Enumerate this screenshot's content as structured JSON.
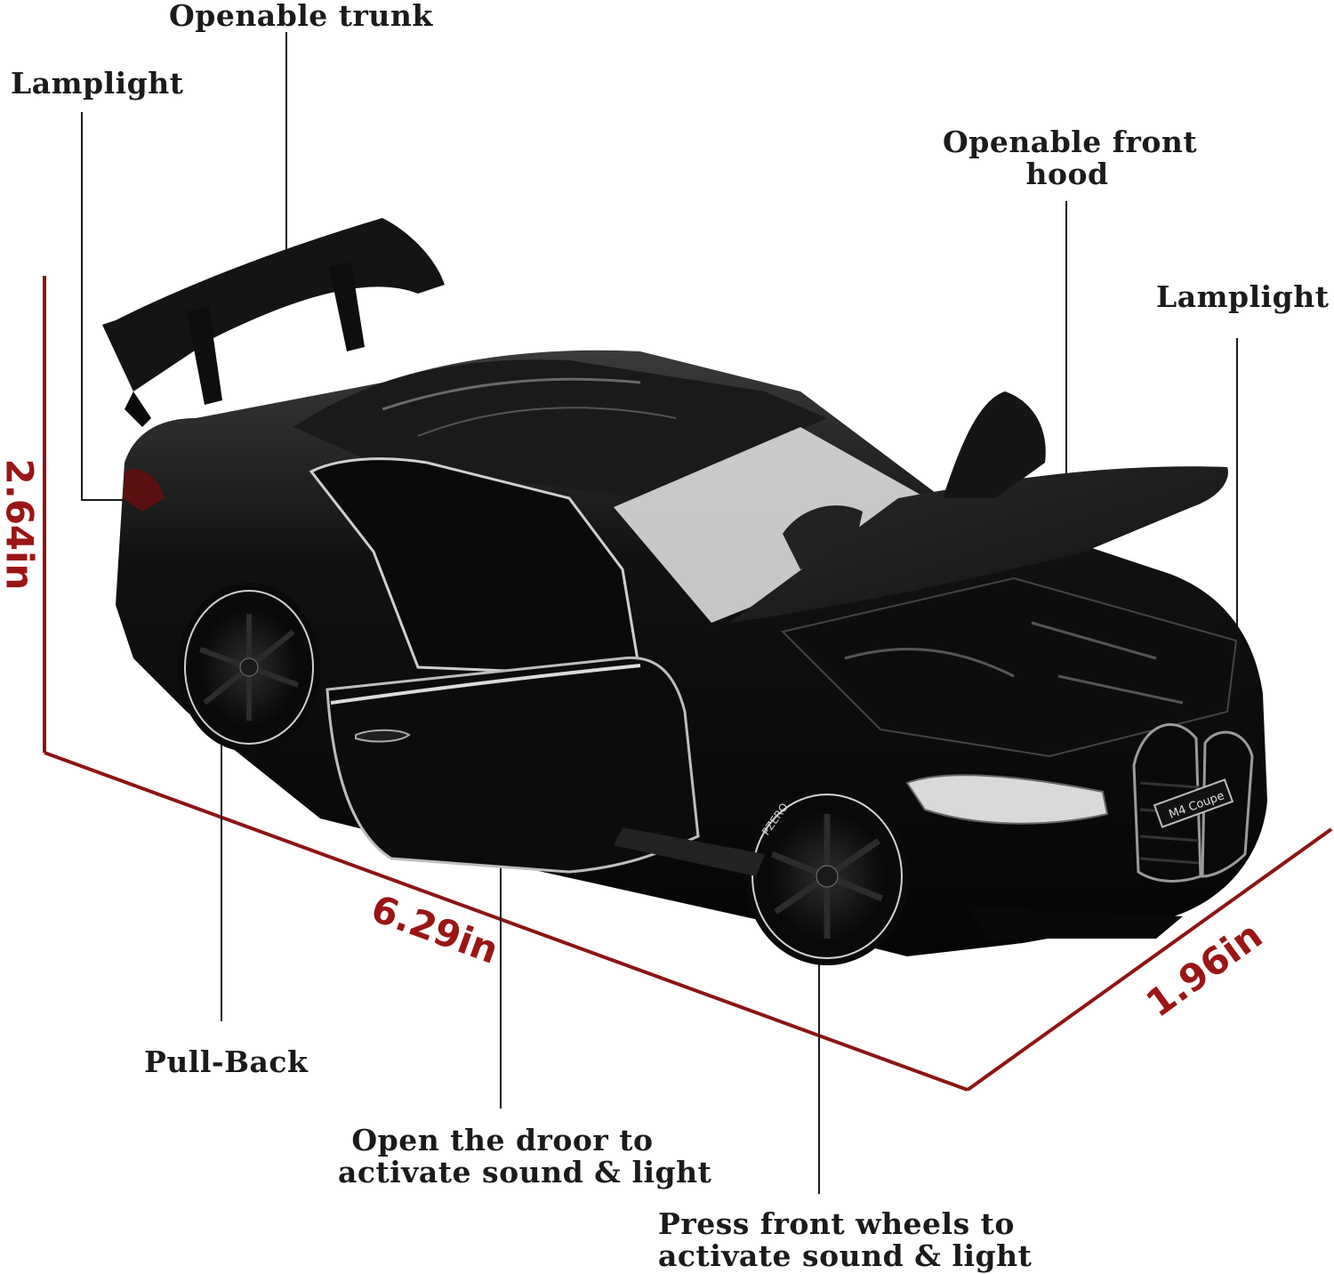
{
  "callouts": {
    "openable_trunk": "Openable trunk",
    "lamplight_rear": "Lamplight",
    "openable_front_hood_line1": "Openable front",
    "openable_front_hood_line2": "hood",
    "lamplight_front": "Lamplight",
    "pull_back": "Pull-Back",
    "open_door_line1": "Open the droor to",
    "open_door_line2": "activate sound & light",
    "press_wheels_line1": "Press front wheels to",
    "press_wheels_line2": "activate sound & light"
  },
  "dimensions": {
    "height": "2.64in",
    "length": "6.29in",
    "width": "1.96in"
  },
  "colors": {
    "dimension": "#9b1515",
    "text": "#1b1b1b",
    "car_body": "#0c0c0c"
  },
  "product": {
    "badge_text": "M4 Coupe",
    "tire_text": "PZERO"
  }
}
